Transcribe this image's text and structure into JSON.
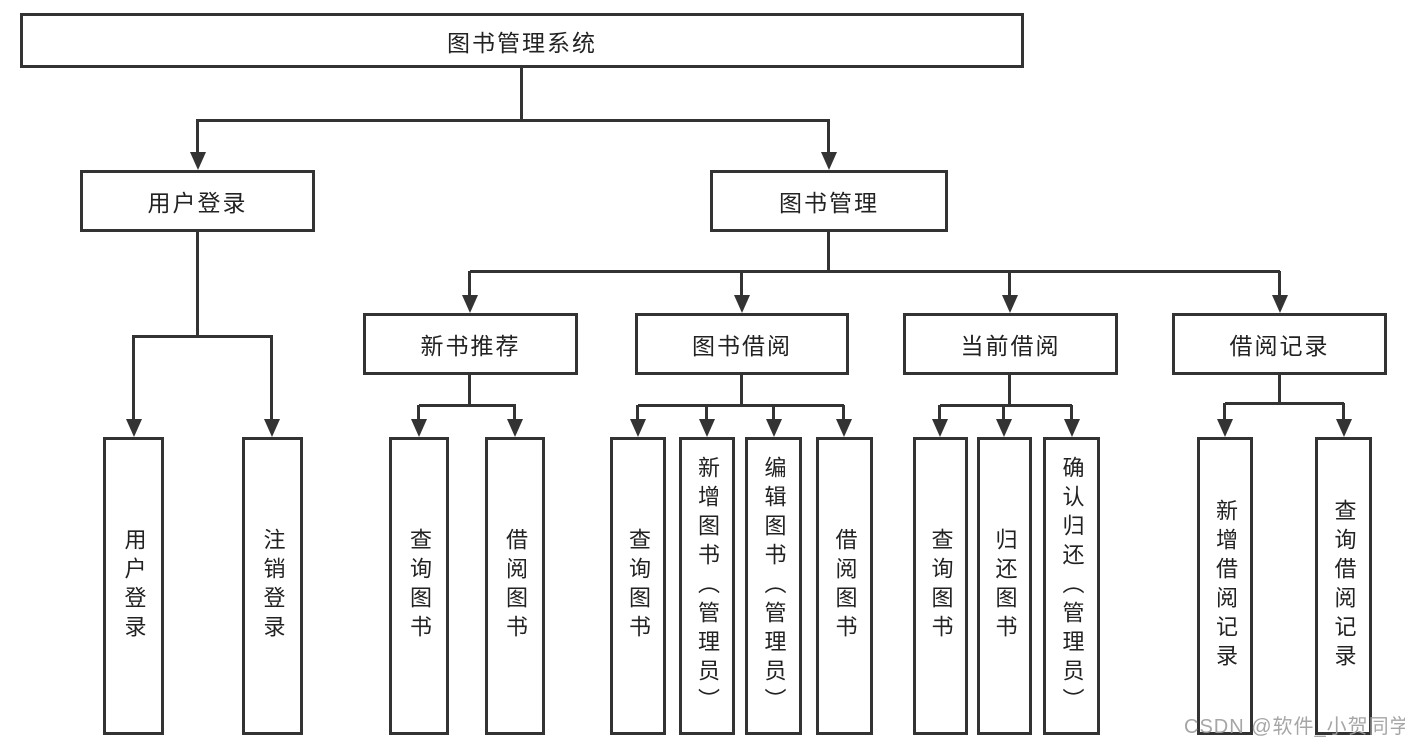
{
  "diagram": {
    "root": {
      "label": "图书管理系统"
    },
    "level2": [
      {
        "label": "用户登录"
      },
      {
        "label": "图书管理"
      }
    ],
    "level3": [
      {
        "label": "新书推荐"
      },
      {
        "label": "图书借阅"
      },
      {
        "label": "当前借阅"
      },
      {
        "label": "借阅记录"
      }
    ],
    "leaves": {
      "user_login": [
        "用户登录",
        "注销登录"
      ],
      "new_book": [
        "查询图书",
        "借阅图书"
      ],
      "book_borrow": [
        "查询图书",
        "新增图书（管理员）",
        "编辑图书（管理员）",
        "借阅图书"
      ],
      "current_borrow": [
        "查询图书",
        "归还图书",
        "确认归还（管理员）"
      ],
      "borrow_record": [
        "新增借阅记录",
        "查询借阅记录"
      ]
    },
    "watermark": "CSDN @软件_小贺同学",
    "colors": {
      "line": "#333333",
      "text": "#222222",
      "watermark": "#9e9e9e",
      "background": "#ffffff"
    }
  }
}
